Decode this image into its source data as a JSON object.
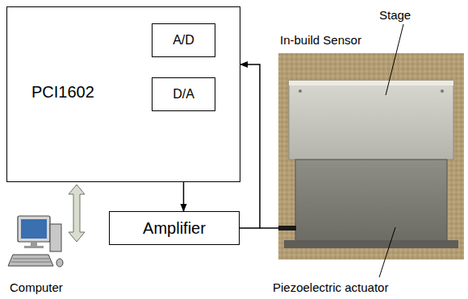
{
  "diagram": {
    "nodes": [
      {
        "text": [
          "PCI1602"
        ]
      },
      {
        "text": [
          "A/D"
        ],
        "in": 0
      },
      {
        "text": [
          "D/A"
        ],
        "in": 0
      },
      {
        "text": [
          "Amplifier"
        ]
      }
    ],
    "edges": [
      {
        "from": 2,
        "to": 3,
        "arrow": "to"
      },
      {
        "from": 3,
        "to": 0,
        "arrow": "to"
      }
    ],
    "labels": [
      "In-build Sensor",
      "Stage",
      "Computer",
      "Piezoelectric actuator"
    ]
  }
}
